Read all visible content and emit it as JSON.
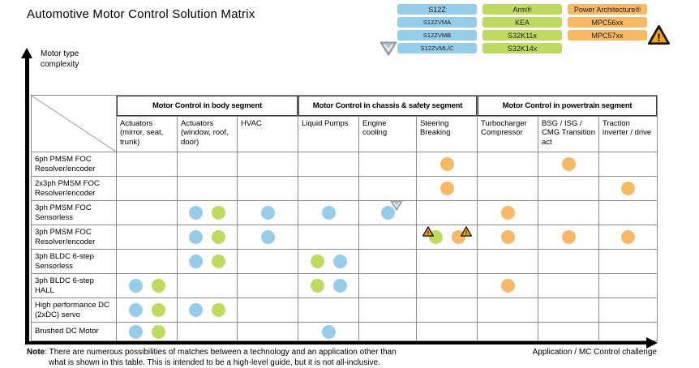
{
  "title": "Automotive Motor Control Solution Matrix",
  "colors": {
    "blue": "#95cdeb",
    "green": "#bedb60",
    "orange": "#f7b965",
    "warning": "#f2a312",
    "shield_fill": "#b7c3cb",
    "shield_edge": "#8795a0",
    "grid_line": "#8c8c8c",
    "segment_border": "#3c3c3c"
  },
  "legend": {
    "columns": [
      {
        "color": "blue",
        "icon": "shield",
        "items": [
          "S12Z",
          "S12ZVMA",
          "S12ZVMB",
          "S12ZVML/C"
        ]
      },
      {
        "color": "green",
        "icon": "",
        "items": [
          "Arm®",
          "KEA",
          "S32K11x",
          "S32K14x"
        ]
      },
      {
        "color": "orange",
        "icon": "warning",
        "items": [
          "Power Architecture®",
          "MPC56xx",
          "MPC57xx"
        ]
      }
    ]
  },
  "axes": {
    "y_label": "Motor type\ncomplexity",
    "x_label": "Application / MC Control challenge"
  },
  "matrix": {
    "segments": [
      {
        "label": "Motor Control in body segment",
        "span": 3
      },
      {
        "label": "Motor Control in chassis & safety segment",
        "span": 3
      },
      {
        "label": "Motor Control in powertrain segment",
        "span": 3
      }
    ],
    "columns": [
      "Actuators (mirror, seat, trunk)",
      "Actuators (window, roof, door)",
      "HVAC",
      "Liquid Pumps",
      "Engine cooling",
      "Steering Breaking",
      "Turbocharger Compressor",
      "BSG / ISG / CMG Transition act",
      "Traction inverter / drive"
    ],
    "rows": [
      {
        "label": "6ph PMSM FOC Resolver/encoder",
        "cells": [
          [],
          [],
          [],
          [],
          [],
          [
            {
              "c": "orange"
            }
          ],
          [],
          [
            {
              "c": "orange"
            }
          ],
          []
        ]
      },
      {
        "label": "2x3ph PMSM FOC Resolver/encoder",
        "cells": [
          [],
          [],
          [],
          [],
          [],
          [
            {
              "c": "orange"
            }
          ],
          [],
          [],
          [
            {
              "c": "orange"
            }
          ]
        ]
      },
      {
        "label": "3ph PMSM FOC Sensorless",
        "cells": [
          [],
          [
            {
              "c": "blue"
            },
            {
              "c": "green"
            }
          ],
          [
            {
              "c": "blue"
            }
          ],
          [
            {
              "c": "blue"
            }
          ],
          [
            {
              "c": "blue",
              "badge": "shield-tr"
            }
          ],
          [],
          [
            {
              "c": "orange"
            }
          ],
          [],
          []
        ]
      },
      {
        "label": "3ph PMSM FOC Resolver/encoder",
        "cells": [
          [],
          [
            {
              "c": "blue"
            },
            {
              "c": "green"
            }
          ],
          [
            {
              "c": "blue"
            }
          ],
          [],
          [],
          [
            {
              "c": "green",
              "badge": "warn-tl"
            },
            {
              "c": "orange",
              "badge": "warn-tr"
            }
          ],
          [
            {
              "c": "orange"
            }
          ],
          [
            {
              "c": "orange"
            }
          ],
          [
            {
              "c": "orange"
            }
          ]
        ]
      },
      {
        "label": "3ph BLDC 6-step Sensorless",
        "cells": [
          [],
          [
            {
              "c": "blue"
            },
            {
              "c": "green"
            }
          ],
          [],
          [
            {
              "c": "green"
            },
            {
              "c": "blue"
            }
          ],
          [],
          [],
          [],
          [],
          []
        ]
      },
      {
        "label": "3ph BLDC 6-step HALL",
        "cells": [
          [
            {
              "c": "blue"
            },
            {
              "c": "green"
            }
          ],
          [],
          [],
          [
            {
              "c": "green"
            },
            {
              "c": "blue"
            }
          ],
          [],
          [],
          [
            {
              "c": "orange"
            }
          ],
          [],
          []
        ]
      },
      {
        "label": "High performance DC (2xDC) servo",
        "cells": [
          [
            {
              "c": "blue"
            },
            {
              "c": "green"
            }
          ],
          [
            {
              "c": "blue"
            },
            {
              "c": "green"
            }
          ],
          [],
          [],
          [],
          [],
          [],
          [],
          []
        ]
      },
      {
        "label": "Brushed DC Motor",
        "cells": [
          [
            {
              "c": "blue"
            },
            {
              "c": "green"
            }
          ],
          [],
          [],
          [
            {
              "c": "blue"
            }
          ],
          [],
          [],
          [],
          [],
          []
        ]
      }
    ]
  },
  "note": {
    "label": "Note",
    "text": ": There are numerous possibilities of matches between a technology and an application other than\nwhat is shown in this table. This is intended to be a high-level guide, but it is not all-inclusive."
  }
}
